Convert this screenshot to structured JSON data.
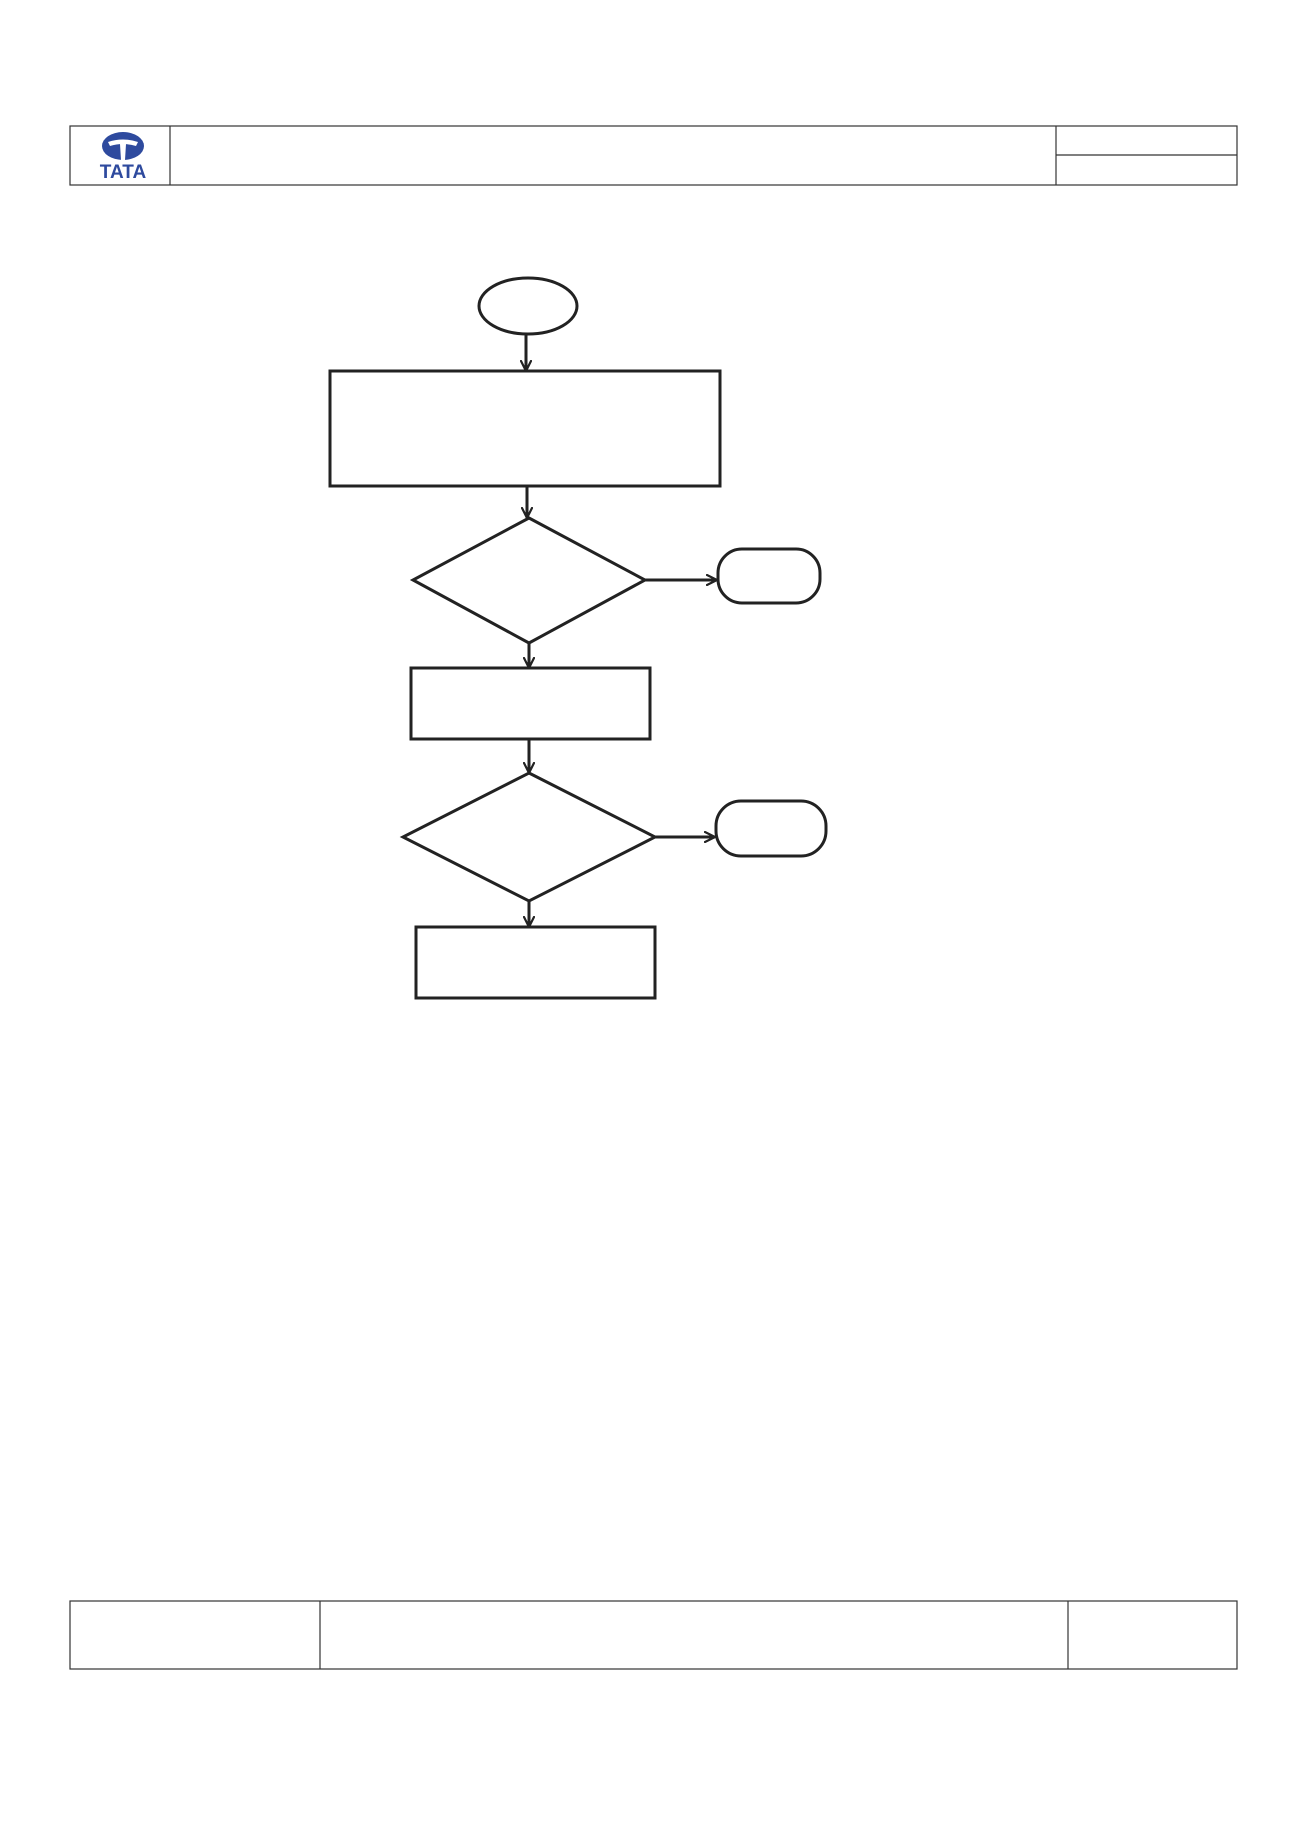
{
  "header": {
    "logo": {
      "name": "tata-logo-icon",
      "wordmark": "TATA",
      "color": "#2e4a9e"
    },
    "title_cell": "",
    "right_cell_top": "",
    "right_cell_bottom": ""
  },
  "flowchart": {
    "stroke_color": "#222222",
    "nodes": [
      {
        "id": "start",
        "shape": "terminator",
        "label": ""
      },
      {
        "id": "process-1",
        "shape": "process",
        "label": ""
      },
      {
        "id": "decision-1",
        "shape": "decision",
        "label": ""
      },
      {
        "id": "end-1",
        "shape": "terminator",
        "label": ""
      },
      {
        "id": "process-2",
        "shape": "process",
        "label": ""
      },
      {
        "id": "decision-2",
        "shape": "decision",
        "label": ""
      },
      {
        "id": "end-2",
        "shape": "terminator",
        "label": ""
      },
      {
        "id": "process-3",
        "shape": "process",
        "label": ""
      }
    ],
    "edges": [
      {
        "from": "start",
        "to": "process-1"
      },
      {
        "from": "process-1",
        "to": "decision-1"
      },
      {
        "from": "decision-1",
        "to": "end-1"
      },
      {
        "from": "decision-1",
        "to": "process-2"
      },
      {
        "from": "process-2",
        "to": "decision-2"
      },
      {
        "from": "decision-2",
        "to": "end-2"
      },
      {
        "from": "decision-2",
        "to": "process-3"
      }
    ]
  },
  "footer": {
    "left_cell": "",
    "center_cell": "",
    "right_cell": ""
  }
}
